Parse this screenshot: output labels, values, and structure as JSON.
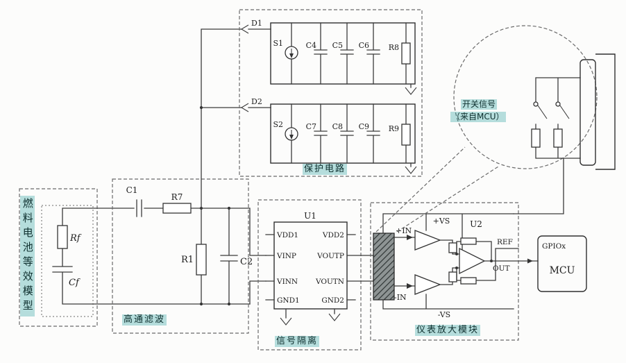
{
  "protection": {
    "label": "保护电路",
    "d1": "D1",
    "d2": "D2",
    "s1": "S1",
    "s2": "S2",
    "row1_caps": [
      "C4",
      "C5",
      "C6"
    ],
    "row2_caps": [
      "C7",
      "C8",
      "C9"
    ],
    "r8": "R8",
    "r9": "R9"
  },
  "fuel_cell": {
    "label": "燃料电池等效模型",
    "rf": "Rf",
    "cf": "Cf"
  },
  "hpf": {
    "label": "高通滤波",
    "c1": "C1",
    "r7": "R7",
    "r1": "R1",
    "c2": "C2"
  },
  "isolation": {
    "label": "信号隔离",
    "chip": "U1",
    "pins_left": [
      "VDD1",
      "VINP",
      "VINN",
      "GND1"
    ],
    "pins_right": [
      "VDD2",
      "VOUTP",
      "VOUTN",
      "GND2"
    ]
  },
  "inamp": {
    "label": "仪表放大模块",
    "chip": "U2",
    "vs_pos": "+VS",
    "vs_neg": "-VS",
    "ref": "REF",
    "out": "OUT",
    "in_pos": "+IN",
    "in_neg": "-IN"
  },
  "mcu": {
    "gpio": "GPIOx",
    "name": "MCU"
  },
  "callout": {
    "line1": "开关信号",
    "line2": "（来自MCU）"
  },
  "colors": {
    "line": "#3b3b3b",
    "highlight": "#109694"
  }
}
